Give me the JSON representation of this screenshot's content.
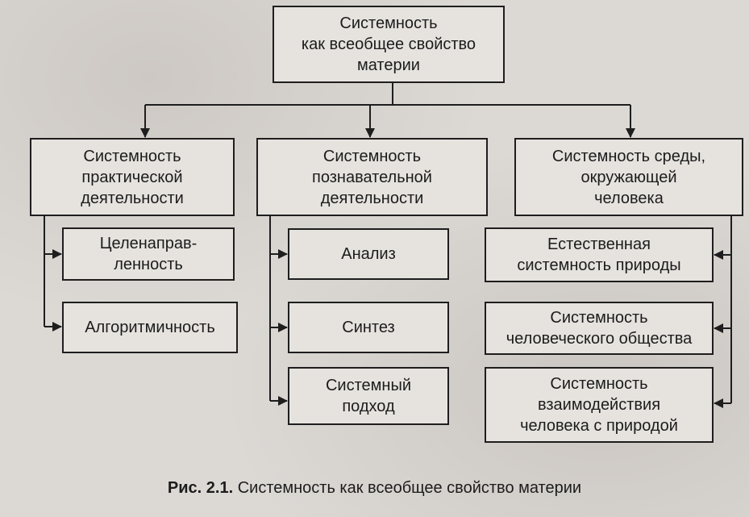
{
  "diagram": {
    "root": "Системность\nкак всеобщее свойство\nматерии",
    "branches": [
      {
        "title": "Системность\nпрактической\nдеятельности",
        "children": [
          "Целенаправ-\nленность",
          "Алгоритмичность"
        ]
      },
      {
        "title": "Системность\nпознавательной\nдеятельности",
        "children": [
          "Анализ",
          "Синтез",
          "Системный\nподход"
        ]
      },
      {
        "title": "Системность среды,\nокружающей\nчеловека",
        "children": [
          "Естественная\nсистемность природы",
          "Системность\nчеловеческого общества",
          "Системность\nвзаимодействия\nчеловека с природой"
        ]
      }
    ]
  },
  "caption": {
    "label": "Рис. 2.1.",
    "text": "Системность как всеобщее свойство материи"
  }
}
